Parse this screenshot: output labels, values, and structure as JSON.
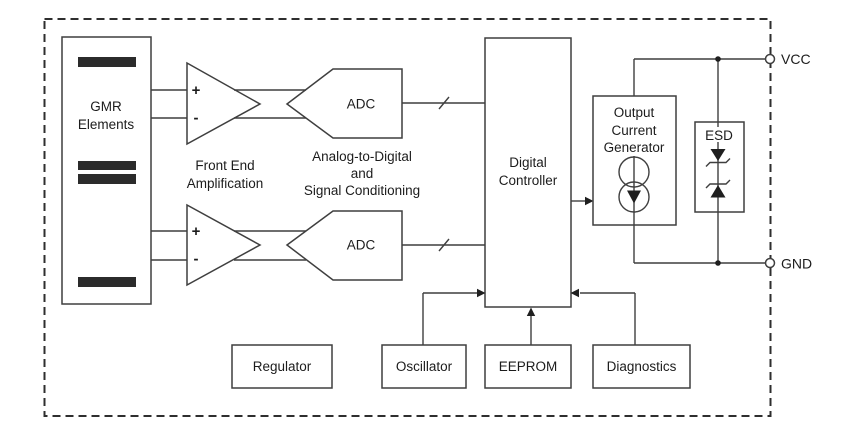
{
  "diagram": {
    "colors": {
      "line": "#3f3f3f",
      "text": "#1c1c1c",
      "resistor_bar": "#2b2b2b",
      "background": "#ffffff"
    },
    "blocks": {
      "gmr": {
        "line1": "GMR",
        "line2": "Elements"
      },
      "front_end": {
        "line1": "Front End",
        "line2": "Amplification"
      },
      "opamp": {
        "plus": "+",
        "minus": "-"
      },
      "adc_top": {
        "label": "ADC"
      },
      "adc_bottom": {
        "label": "ADC"
      },
      "adc_caption": {
        "line1": "Analog-to-Digital",
        "line2": "and",
        "line3": "Signal Conditioning"
      },
      "digital_controller": {
        "line1": "Digital",
        "line2": "Controller"
      },
      "output_current_generator": {
        "line1": "Output",
        "line2": "Current",
        "line3": "Generator"
      },
      "esd": {
        "label": "ESD"
      },
      "regulator": {
        "label": "Regulator"
      },
      "oscillator": {
        "label": "Oscillator"
      },
      "eeprom": {
        "label": "EEPROM"
      },
      "diagnostics": {
        "label": "Diagnostics"
      }
    },
    "terminals": {
      "vcc": {
        "label": "VCC"
      },
      "gnd": {
        "label": "GND"
      }
    }
  }
}
